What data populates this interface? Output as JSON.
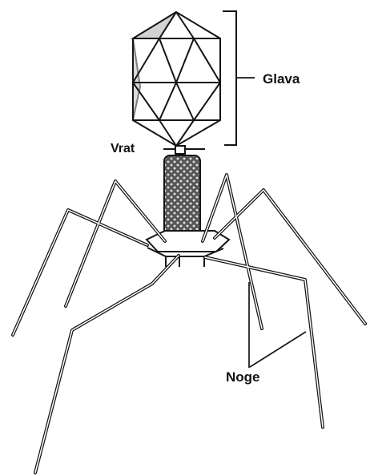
{
  "labels": {
    "head": "Glava",
    "neck": "Vrat",
    "legs": "Noge"
  },
  "colors": {
    "background": "#ffffff",
    "line": "#151515",
    "head_shade": "#b9b9b9",
    "tail_fill": "#6f6f6f"
  }
}
